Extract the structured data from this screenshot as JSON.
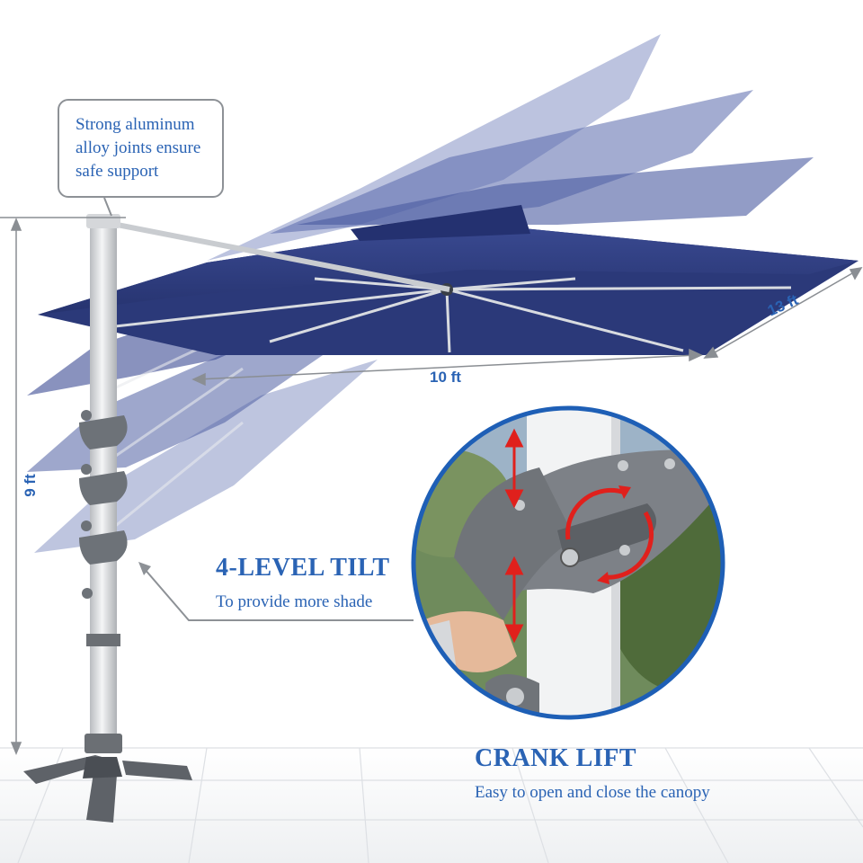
{
  "callout": {
    "lines": [
      "Strong aluminum",
      "alloy joints ensure",
      "safe support"
    ]
  },
  "dimensions": {
    "width": "10 ft",
    "depth": "13 ft",
    "height": "9 ft"
  },
  "features": {
    "tilt": {
      "title": "4-LEVEL TILT",
      "subtitle": "To provide more shade",
      "levels": 4
    },
    "crank": {
      "title": "CRANK LIFT",
      "subtitle": "Easy to open and close the canopy"
    }
  },
  "colors": {
    "text_blue": "#2a63b4",
    "canopy_navy": "#2c3a7e",
    "pole_silver": "#d9dbdd",
    "hardware_gray": "#6b6f74",
    "arrow_red": "#e0201c",
    "inset_border": "#1e5fb6"
  },
  "icons": [
    "double-arrow-icon",
    "rotate-arrow-icon"
  ]
}
